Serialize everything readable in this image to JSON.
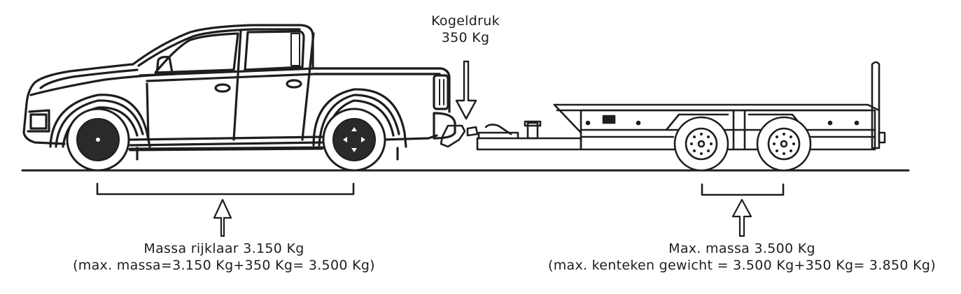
{
  "diagram": {
    "type": "vehicle-towing-weight-diagram",
    "colors": {
      "line": "#1e1e1e",
      "wheel_fill": "#2a2a2a",
      "background": "#ffffff"
    },
    "tongue_weight": {
      "title": "Kogeldruk",
      "value": "350 Kg"
    },
    "towing_vehicle": {
      "name": "pickup-truck",
      "caption_line1": "Massa rijklaar 3.150 Kg",
      "caption_line2": "(max. massa=3.150 Kg+350 Kg= 3.500 Kg)"
    },
    "trailer": {
      "name": "tandem-axle-flatbed-trailer",
      "caption_line1": "Max. massa 3.500 Kg",
      "caption_line2": "(max. kenteken gewicht = 3.500 Kg+350 Kg= 3.850 Kg)"
    }
  }
}
